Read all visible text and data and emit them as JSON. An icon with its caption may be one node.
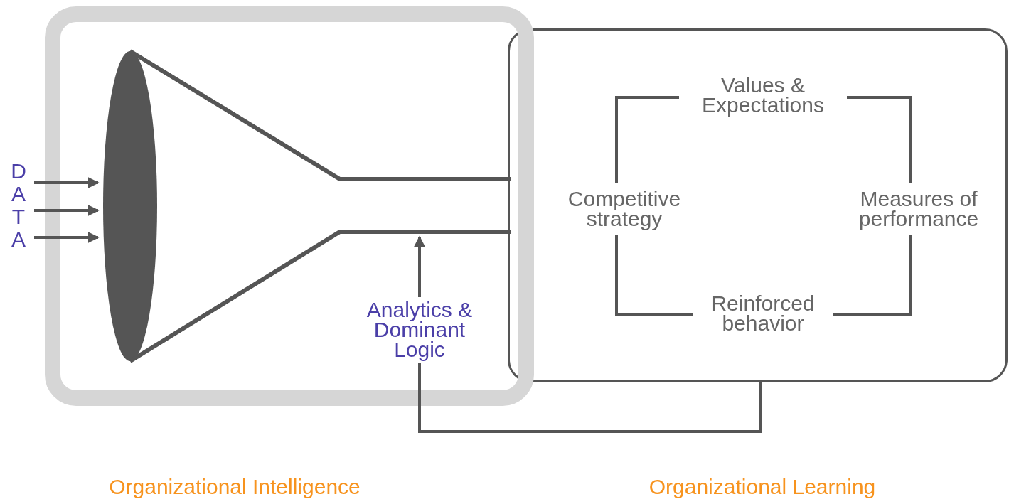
{
  "diagram": {
    "nodes": [
      {
        "text": [
          "Organizational Intelligence"
        ]
      },
      {
        "text": [
          "Organizational Learning"
        ]
      },
      {
        "text": [
          "D A T A"
        ]
      },
      {
        "text": [],
        "shape": "funnel",
        "in": 0
      },
      {
        "text": [],
        "shape": "tube",
        "in": 0
      },
      {
        "text": [
          "Analytics & Dominant Logic"
        ],
        "in": 0
      },
      {
        "text": [
          "Values & Expectations"
        ],
        "in": 1
      },
      {
        "text": [
          "Competitive strategy"
        ],
        "in": 1
      },
      {
        "text": [
          "Measures of performance"
        ],
        "in": 1
      },
      {
        "text": [
          "Reinforced behavior"
        ],
        "in": 1
      }
    ],
    "edges": [
      {
        "from": 2,
        "to": 3,
        "arrow": "to"
      },
      {
        "from": 2,
        "to": 3,
        "arrow": "to"
      },
      {
        "from": 2,
        "to": 3,
        "arrow": "to"
      },
      {
        "from": 5,
        "to": 4,
        "arrow": "to"
      },
      {
        "from": 7,
        "to": 6,
        "arrow": "none"
      },
      {
        "from": 6,
        "to": 8,
        "arrow": "none"
      },
      {
        "from": 8,
        "to": 9,
        "arrow": "none"
      },
      {
        "from": 9,
        "to": 7,
        "arrow": "none"
      },
      {
        "from": 1,
        "to": 5,
        "arrow": "none"
      }
    ]
  }
}
